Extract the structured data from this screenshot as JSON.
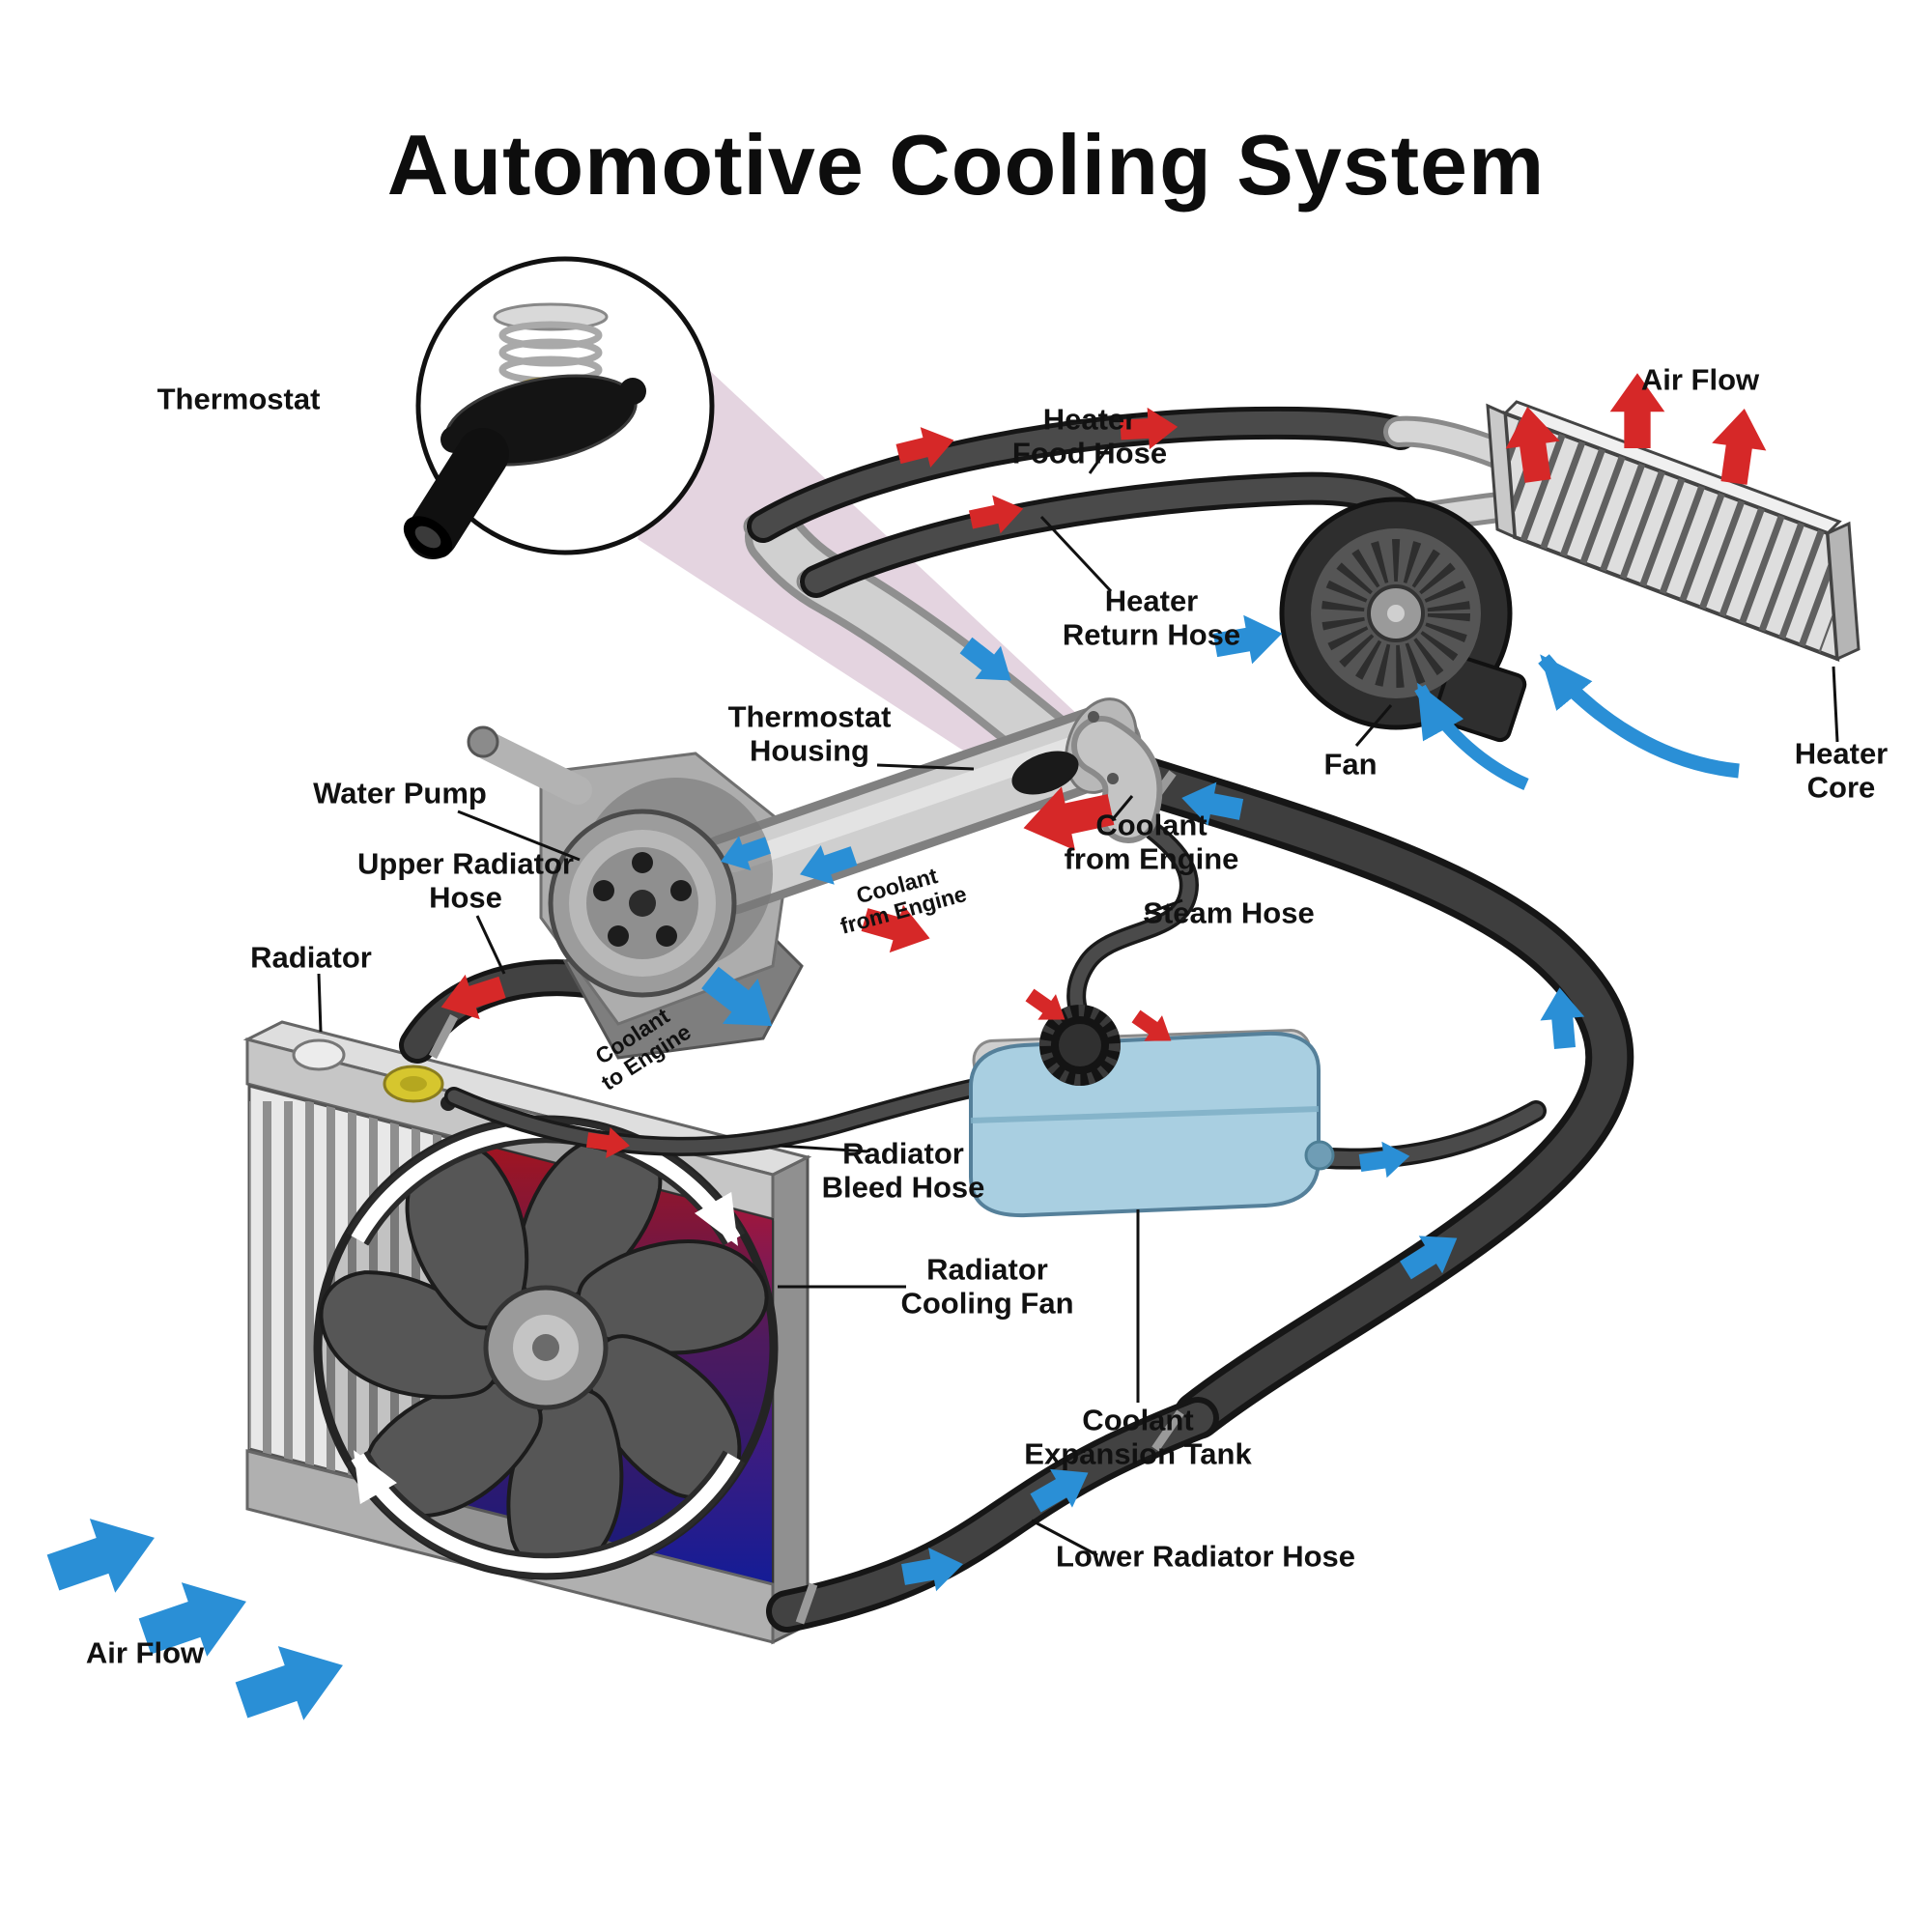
{
  "title": "Automotive Cooling System",
  "labels": {
    "thermostat": "Thermostat",
    "heater_food_hose": "Heater\nFood Hose",
    "air_flow_top": "Air Flow",
    "heater_return_hose": "Heater\nReturn Hose",
    "thermostat_housing": "Thermostat\nHousing",
    "fan": "Fan",
    "heater_core": "Heater\nCore",
    "water_pump": "Water Pump",
    "coolant_from_engine": "Coolant\nfrom Engine",
    "upper_radiator_hose": "Upper Radiator\nHose",
    "coolant_from_engine_inline": "Coolant\nfrom Engine",
    "steam_hose": "Steam Hose",
    "radiator": "Radiator",
    "coolant_to_engine": "Coolant\nto Engine",
    "radiator_bleed_hose": "Radiator\nBleed Hose",
    "radiator_cooling_fan": "Radiator\nCooling Fan",
    "coolant_expansion_tank": "Coolant\nExpansion Tank",
    "lower_radiator_hose": "Lower Radiator Hose",
    "air_flow_bottom": "Air Flow"
  },
  "colors": {
    "hot_flow": "#d62828",
    "cold_flow": "#2a8fd6",
    "hose_dark": "#3e3e3e",
    "metal_light": "#cfcfcf",
    "tank_blue": "#a9cfe1"
  }
}
